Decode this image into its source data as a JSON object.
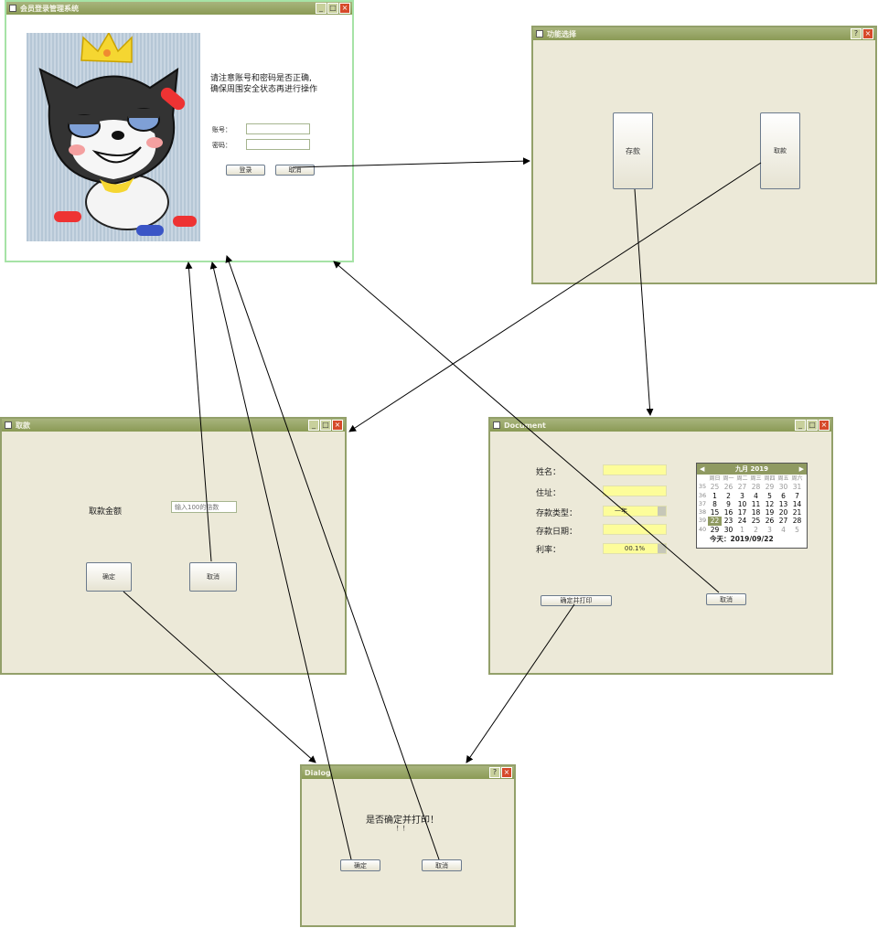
{
  "login_window": {
    "title": "会员登录管理系统",
    "notice_line1": "请注意账号和密码是否正确,",
    "notice_line2": "确保周围安全状态再进行操作",
    "account_label": "账号：",
    "password_label": "密码：",
    "login_button": "登录",
    "cancel_button": "取消"
  },
  "menu_window": {
    "title": "功能选择",
    "deposit_button": "存款",
    "withdraw_button": "取款"
  },
  "withdraw_window": {
    "title": "取款",
    "amount_label": "取款金额",
    "amount_placeholder": "输入100的倍数",
    "ok_button": "确定",
    "cancel_button": "取消"
  },
  "document_window": {
    "title": "Document",
    "name_label": "姓名：",
    "address_label": "住址：",
    "type_label": "存款类型：",
    "type_value": "一年",
    "date_label": "存款日期：",
    "rate_label": "利率：",
    "rate_value": "00.1%",
    "confirm_print_button": "确定并打印",
    "cancel_button": "取消",
    "calendar": {
      "month_label": "九月 2019",
      "weekday_headers": [
        "周日",
        "周一",
        "周二",
        "周三",
        "周四",
        "周五",
        "周六"
      ],
      "weeks": [
        {
          "wk": "35",
          "days": [
            "25",
            "26",
            "27",
            "28",
            "29",
            "30",
            "31"
          ]
        },
        {
          "wk": "36",
          "days": [
            "1",
            "2",
            "3",
            "4",
            "5",
            "6",
            "7"
          ]
        },
        {
          "wk": "37",
          "days": [
            "8",
            "9",
            "10",
            "11",
            "12",
            "13",
            "14"
          ]
        },
        {
          "wk": "38",
          "days": [
            "15",
            "16",
            "17",
            "18",
            "19",
            "20",
            "21"
          ]
        },
        {
          "wk": "39",
          "days": [
            "22",
            "23",
            "24",
            "25",
            "26",
            "27",
            "28"
          ]
        },
        {
          "wk": "40",
          "days": [
            "29",
            "30",
            "1",
            "2",
            "3",
            "4",
            "5"
          ]
        }
      ],
      "today_label": "今天：2019/09/22"
    }
  },
  "dialog_window": {
    "title": "Dialog",
    "message": "是否确定并打印！",
    "message_line2": "！！",
    "ok_button": "确定",
    "cancel_button": "取消"
  },
  "colors": {
    "titlebar": "#8a9a55",
    "window_bg": "#ece9d8",
    "field_yellow": "#fdfd9a",
    "close_red": "#d64a2a"
  }
}
